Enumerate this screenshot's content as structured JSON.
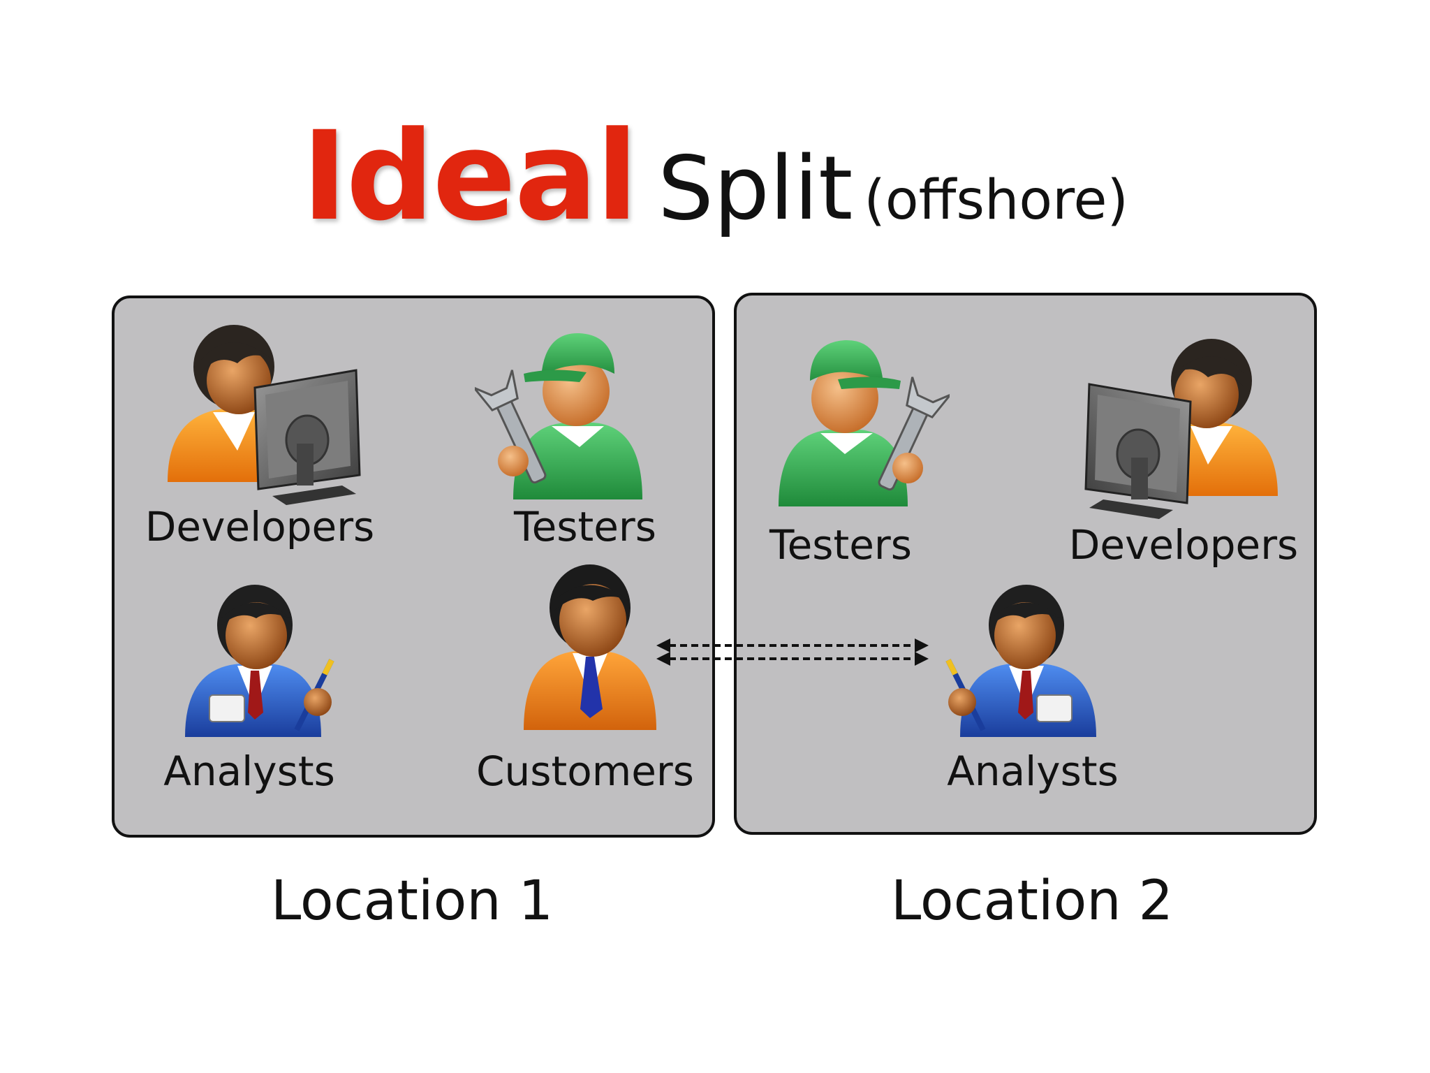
{
  "title": {
    "emphasis": "Ideal",
    "main": "Split",
    "subtitle": "(offshore)"
  },
  "location1": {
    "name": "Location 1",
    "roles": {
      "developers": "Developers",
      "testers": "Testers",
      "analysts": "Analysts",
      "customers": "Customers"
    }
  },
  "location2": {
    "name": "Location 2",
    "roles": {
      "testers": "Testers",
      "developers": "Developers",
      "analysts": "Analysts"
    }
  },
  "link": {
    "from": "Customers",
    "to": "Analysts",
    "direction": "bidirectional",
    "style": "dashed"
  },
  "colors": {
    "ideal_red": "#e1260f",
    "panel_gray": "#c0bfc1",
    "developer_orange": "#f7941d",
    "tester_green": "#3aa856",
    "analyst_blue": "#2a5cc8",
    "customer_orange": "#f08a1c"
  },
  "icons": [
    "developer-icon",
    "tester-icon",
    "analyst-icon",
    "customer-icon"
  ]
}
